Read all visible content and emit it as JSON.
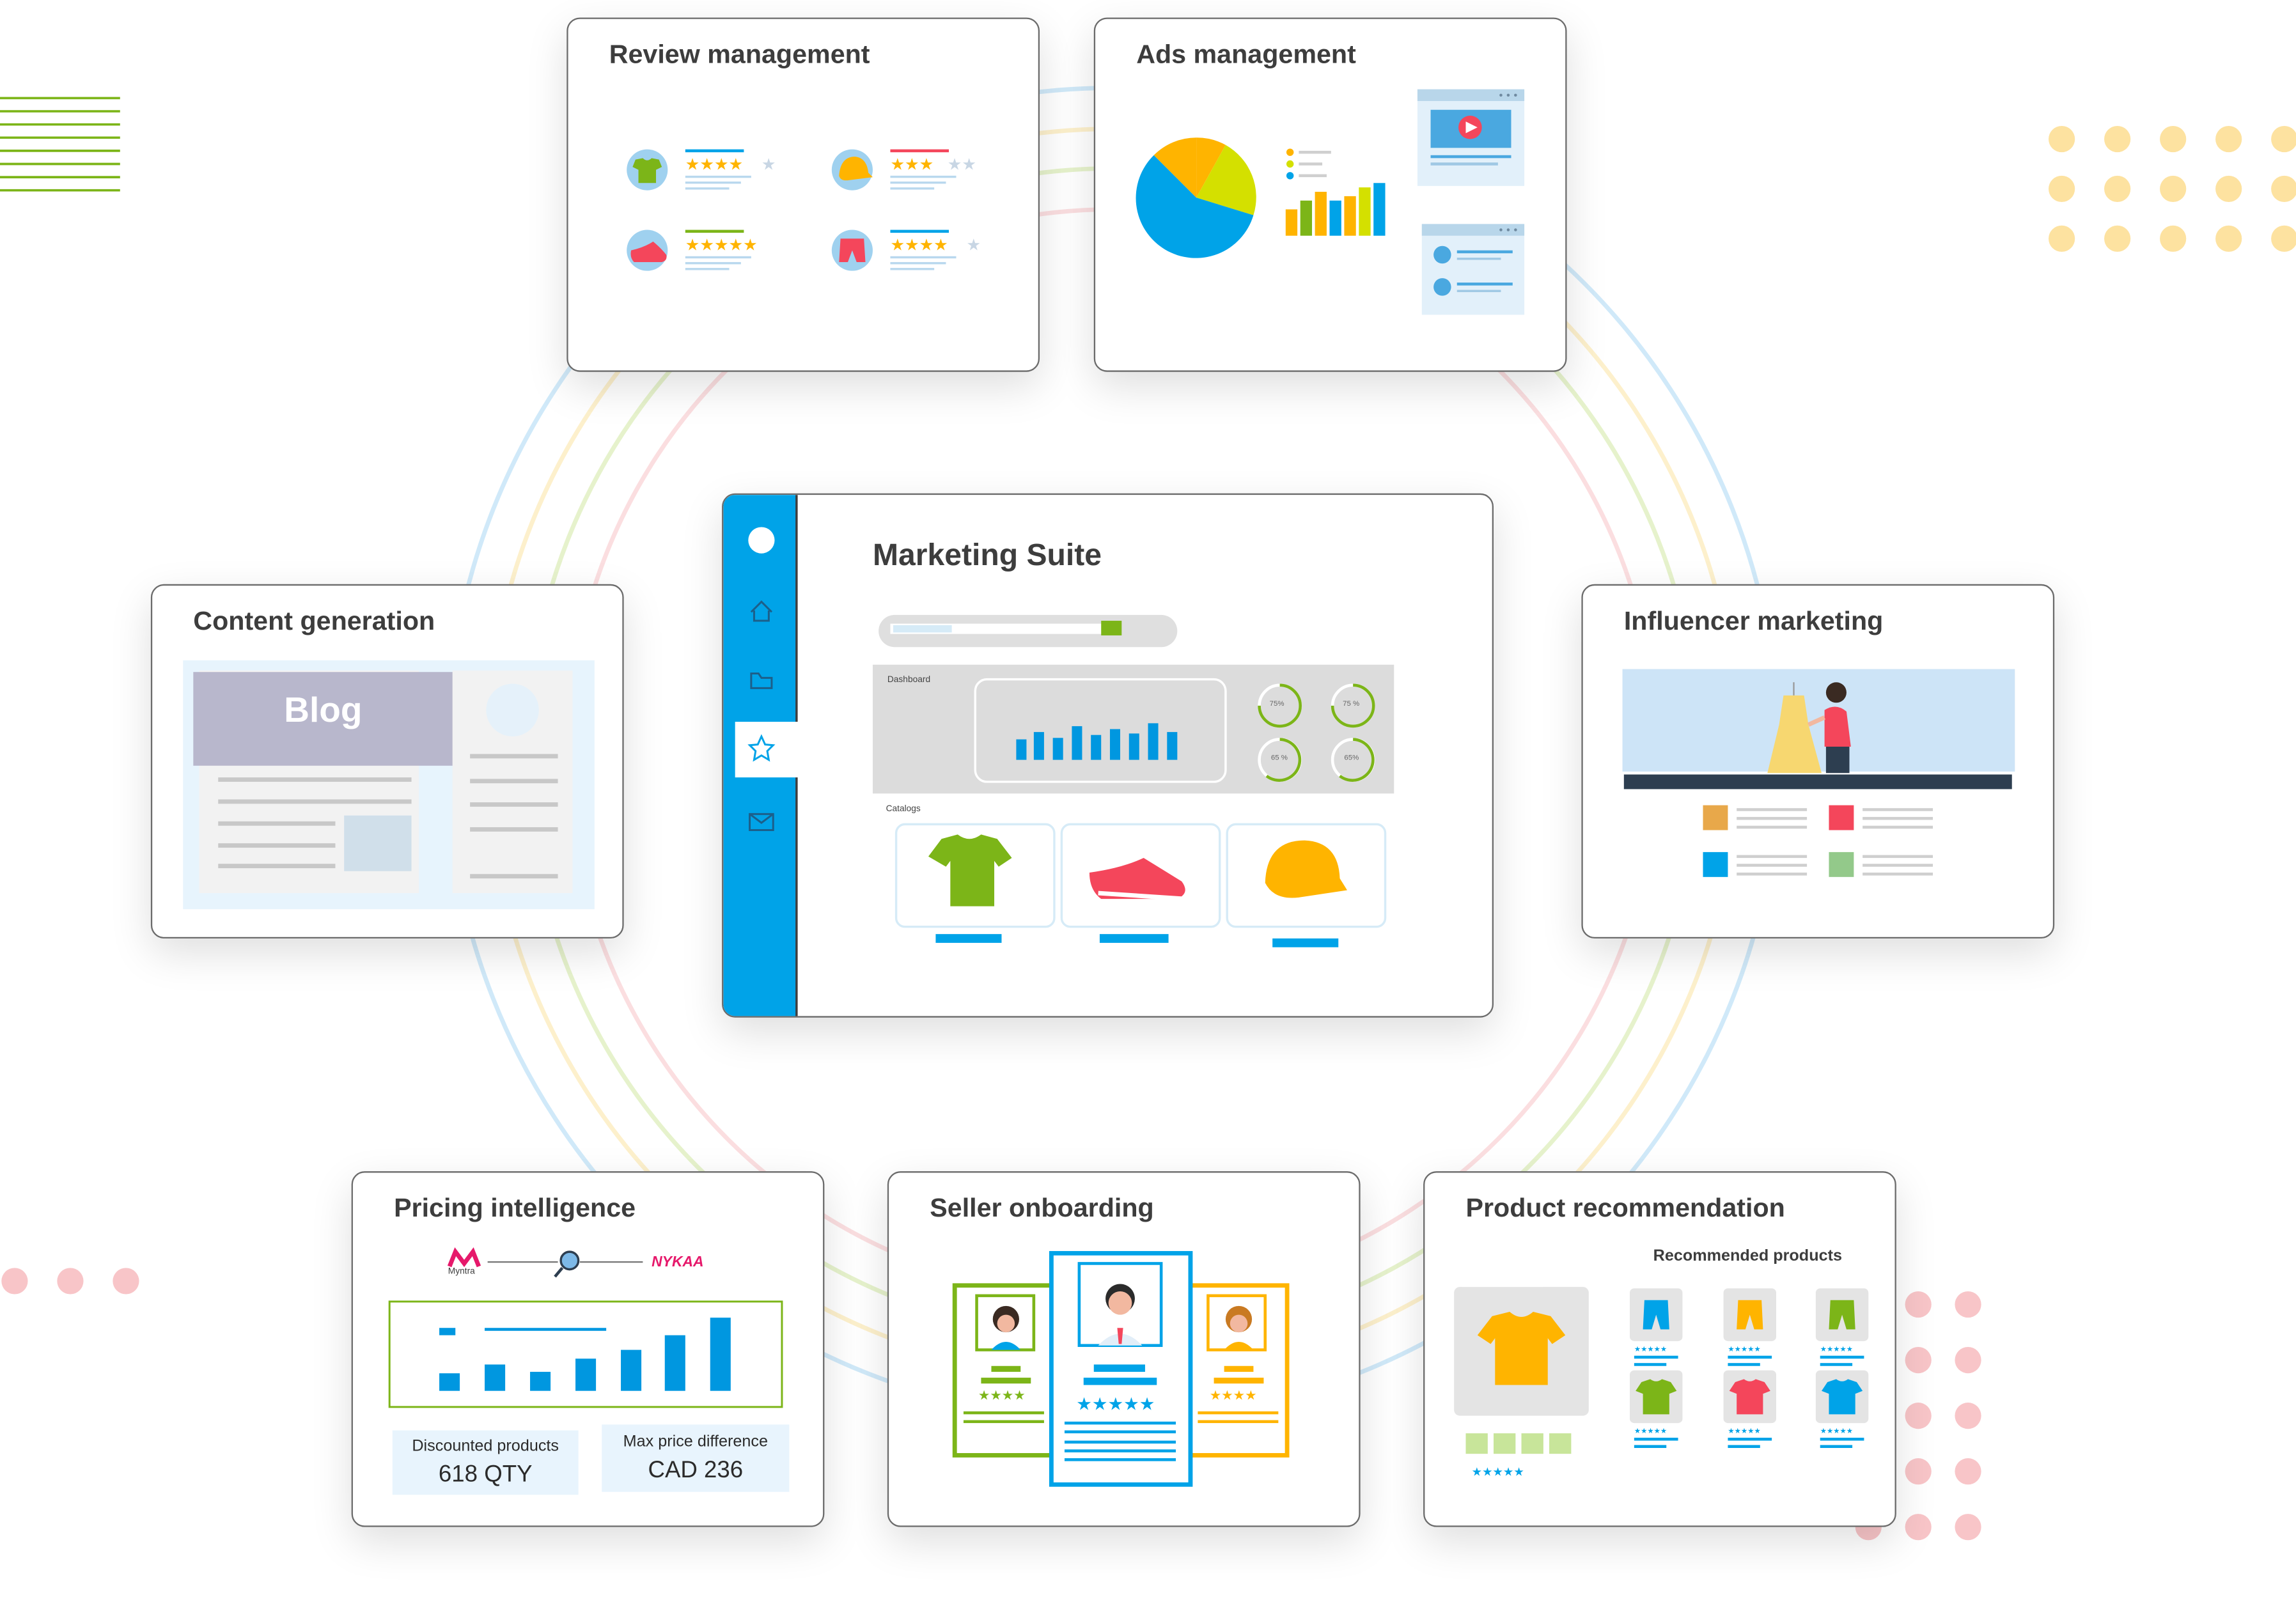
{
  "hub": {
    "title": "Marketing Suite",
    "dashboard_label": "Dashboard",
    "catalogs_label": "Catalogs",
    "gauges": [
      "75%",
      "75 %",
      "65 %",
      "65%"
    ],
    "sidebar_icons": [
      "profile-icon",
      "home-icon",
      "folder-icon",
      "star-icon",
      "mail-icon"
    ],
    "catalog_items": [
      "t-shirt",
      "sneaker",
      "cap"
    ]
  },
  "cards": {
    "review": {
      "title": "Review management"
    },
    "ads": {
      "title": "Ads management"
    },
    "content": {
      "title": "Content generation",
      "blog_label": "Blog"
    },
    "influencer": {
      "title": "Influencer marketing"
    },
    "pricing": {
      "title": "Pricing intelligence",
      "brand_left": "Myntra",
      "brand_right": "NYKAA",
      "stat1_label": "Discounted products",
      "stat1_value": "618 QTY",
      "stat2_label": "Max price difference",
      "stat2_value": "CAD 236"
    },
    "seller": {
      "title": "Seller onboarding"
    },
    "recommendation": {
      "title": "Product recommendation",
      "subtitle": "Recommended products"
    }
  },
  "colors": {
    "accent_blue": "#00a3e8",
    "green": "#7cb518",
    "yellow": "#ffb400",
    "red": "#f4465b",
    "dot_yellow": "#fde2a0",
    "dot_pink": "#f8c5c8"
  }
}
